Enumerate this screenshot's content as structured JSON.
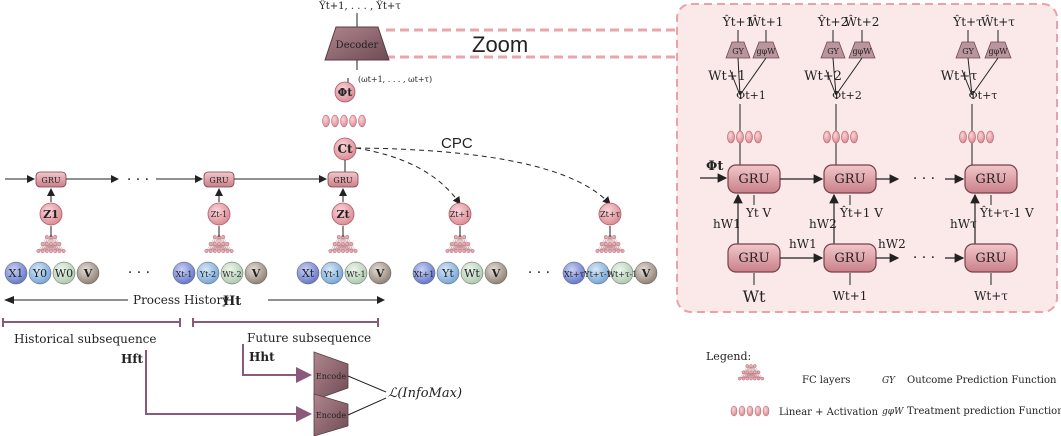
{
  "labels": {
    "zoom": "Zoom",
    "cpc": "CPC",
    "decoder": "Decoder",
    "decoder_output": "Ŷt+1, . . . , Ŷt+τ",
    "omega": "(ωt+1, . . . , ωt+τ)",
    "phi_t": "Φt",
    "c_t": "Ct",
    "gru": "GRU",
    "encode": "Encode",
    "process_history": "Process History",
    "h_t": "Ht",
    "historical_subsequence": "Historical subsequence",
    "future_subsequence": "Future subsequence",
    "h_f": "Hft",
    "h_h": "Hht",
    "infomax": "ℒ(InfoMax)",
    "ellipsis": "· · ·"
  },
  "z_nodes": [
    "Z1",
    "Zt-1",
    "Zt",
    "Zt+1",
    "Zt+τ"
  ],
  "input_groups": [
    [
      "X1",
      "Y0",
      "W0",
      "V"
    ],
    [
      "Xt-1",
      "Yt-2",
      "Wt-2",
      "V"
    ],
    [
      "Xt",
      "Yt-1",
      "Wt-1",
      "V"
    ],
    [
      "Xt+1",
      "Yt",
      "Wt",
      "V"
    ],
    [
      "Xt+τ",
      "Yt+τ-1",
      "Wt+τ-1",
      "V"
    ]
  ],
  "zoom_panel": {
    "outputs": [
      {
        "y": "Ŷt+1",
        "w": "Ŵt+1",
        "w_in": "Wt+1",
        "phi": "Φt+1"
      },
      {
        "y": "Ŷt+2",
        "w": "Ŵt+2",
        "w_in": "Wt+2",
        "phi": "Φt+2"
      },
      {
        "y": "Ŷt+τ",
        "w": "Ŵt+τ",
        "w_in": "Wt+τ",
        "phi": "Φt+τ"
      }
    ],
    "g_y": "GY",
    "g_w": "gφW",
    "phi_t": "Φt",
    "top_inputs": [
      "Yt V",
      "Ŷt+1 V",
      "Ŷt+τ-1 V"
    ],
    "hidden": [
      "hW1",
      "hW2",
      "hWτ"
    ],
    "hidden_between": [
      "hW1",
      "hW2"
    ],
    "bottom_inputs": [
      "Wt",
      "Wt+1",
      "Wt+τ"
    ]
  },
  "legend": {
    "title": "Legend:",
    "fc_layers": "FC layers",
    "linear_activation": "Linear + Activation",
    "gy": "GY",
    "gy_desc": "Outcome Prediction Function",
    "gw": "gφW",
    "gw_desc": "Treatment prediction Function"
  },
  "colors": {
    "node_pink": "#e8a6ad",
    "node_stroke": "#b05a66",
    "gru_fill": "#d9a0a4",
    "encoder": "#8c6670",
    "panel_bg": "#fbe9ea",
    "panel_border": "#e7a3a9",
    "arrow_purple": "#8b5a7a",
    "x_blue": "#7d8fd6",
    "y_blue": "#8fb8e2",
    "w_green": "#c6dec8",
    "v_brown": "#a7998d"
  }
}
